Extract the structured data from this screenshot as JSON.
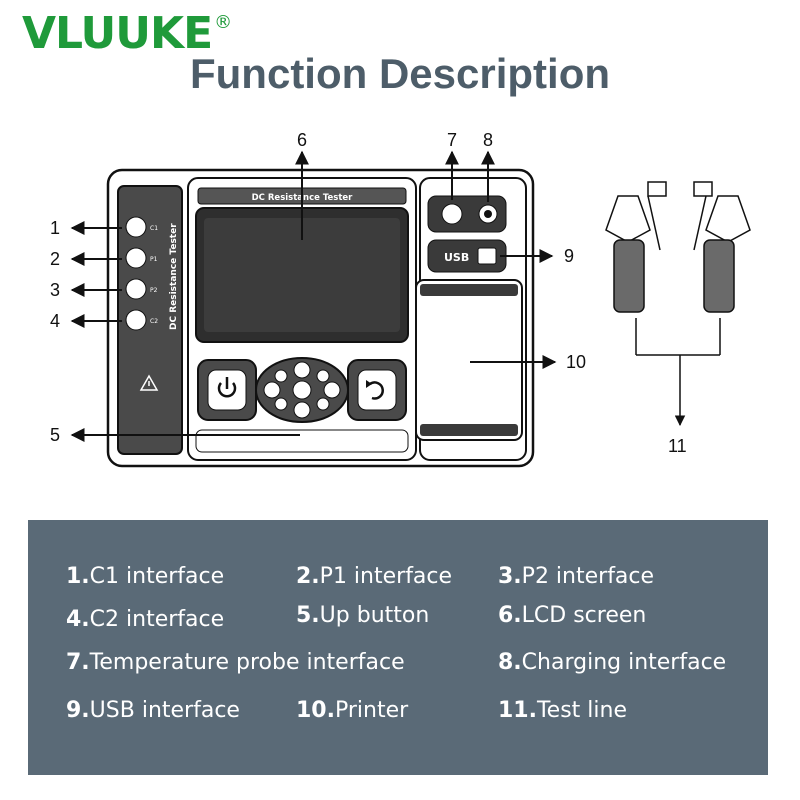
{
  "brand": {
    "name": "VLUUKE",
    "mark": "®"
  },
  "title": "Function Description",
  "device": {
    "screen_label": "DC Resistance Tester",
    "side_label": "DC Resistance Tester",
    "ports": [
      "C1",
      "P1",
      "P2",
      "C2"
    ],
    "usb_label": "USB"
  },
  "callouts": [
    "1",
    "2",
    "3",
    "4",
    "5",
    "6",
    "7",
    "8",
    "9",
    "10",
    "11"
  ],
  "legend": [
    {
      "num": "1.",
      "text": "C1 interface"
    },
    {
      "num": "2.",
      "text": "P1 interface"
    },
    {
      "num": "3.",
      "text": "P2 interface"
    },
    {
      "num": "4.",
      "text": "C2 interface"
    },
    {
      "num": "5.",
      "text": "Up button"
    },
    {
      "num": "6.",
      "text": "LCD screen"
    },
    {
      "num": "7.",
      "text": "Temperature probe interface"
    },
    {
      "num": "8.",
      "text": "Charging interface"
    },
    {
      "num": "9.",
      "text": "USB interface"
    },
    {
      "num": "10.",
      "text": "Printer"
    },
    {
      "num": "11.",
      "text": "Test line"
    }
  ],
  "colors": {
    "brand": "#1f9a3a",
    "title": "#4d5d69",
    "panel": "#5a6a77",
    "text": "#ffffff"
  }
}
